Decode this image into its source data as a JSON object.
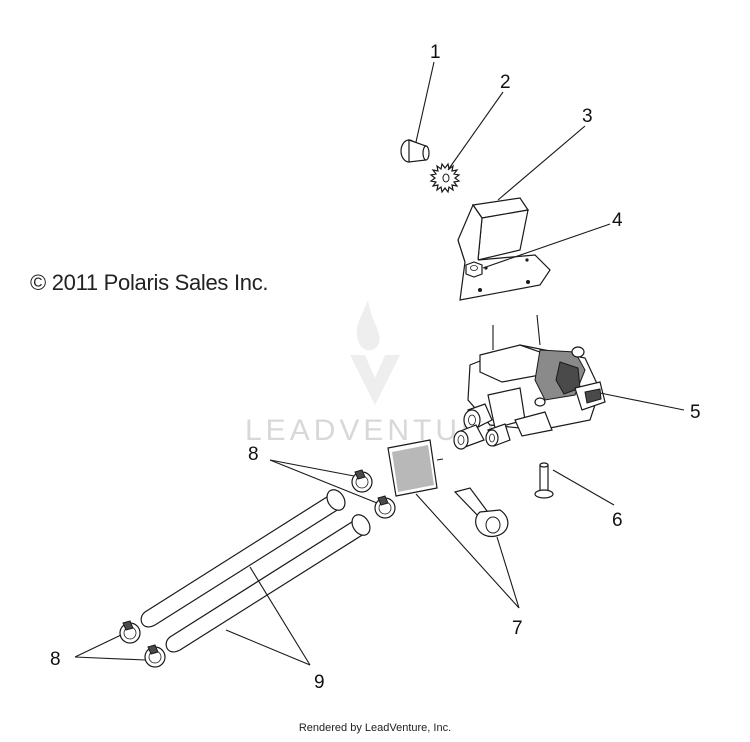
{
  "copyright": "© 2011 Polaris Sales Inc.",
  "credit": "Rendered by LeadVenture, Inc.",
  "watermark": {
    "text": "LEADVENTURE",
    "icon": "leadventure-logo-icon"
  },
  "callouts": {
    "c1": "1",
    "c2": "2",
    "c3": "3",
    "c4": "4",
    "c5": "5",
    "c6": "6",
    "c7": "7",
    "c8a": "8",
    "c8b": "8",
    "c9": "9"
  },
  "colors": {
    "line": "#1a1a1a",
    "watermark": "#d8d8d8"
  }
}
